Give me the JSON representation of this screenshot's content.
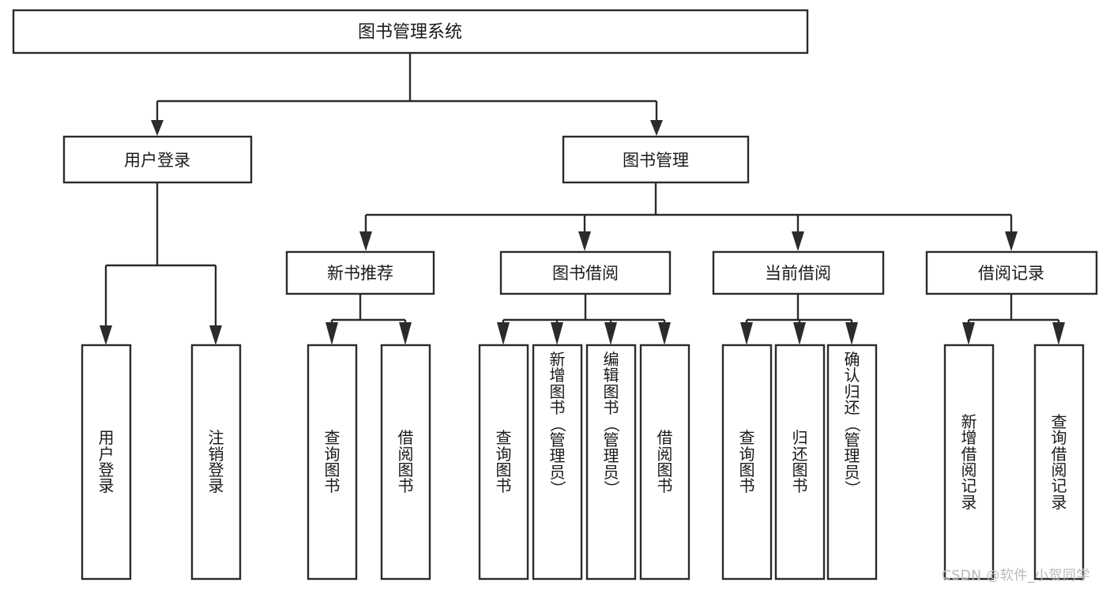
{
  "diagram": {
    "type": "tree-hierarchy-chart",
    "title": "图书管理系统",
    "watermark": "CSDN @软件_小贺同学",
    "colors": {
      "background": "#ffffff",
      "stroke": "#2b2b2b",
      "text": "#1a1a1a",
      "watermark": "#b9b9b9"
    },
    "root": {
      "label": "图书管理系统",
      "orientation": "horizontal"
    },
    "level2": [
      {
        "label": "用户登录",
        "orientation": "horizontal"
      },
      {
        "label": "图书管理",
        "orientation": "horizontal"
      }
    ],
    "level3": [
      {
        "label": "新书推荐",
        "orientation": "horizontal"
      },
      {
        "label": "图书借阅",
        "orientation": "horizontal"
      },
      {
        "label": "当前借阅",
        "orientation": "horizontal"
      },
      {
        "label": "借阅记录",
        "orientation": "horizontal"
      }
    ],
    "leaves": {
      "user_login": [
        {
          "label": "用户登录",
          "chars": [
            "用",
            "户",
            "登",
            "录"
          ],
          "rotated": []
        },
        {
          "label": "注销登录",
          "chars": [
            "注",
            "销",
            "登",
            "录"
          ],
          "rotated": []
        }
      ],
      "new_book_recommend": [
        {
          "label": "查询图书",
          "chars": [
            "查",
            "询",
            "图",
            "书"
          ],
          "rotated": []
        },
        {
          "label": "借阅图书",
          "chars": [
            "借",
            "阅",
            "图",
            "书"
          ],
          "rotated": []
        }
      ],
      "book_borrow": [
        {
          "label": "查询图书",
          "chars": [
            "查",
            "询",
            "图",
            "书"
          ],
          "rotated": []
        },
        {
          "label": "新增图书（管理员）",
          "chars": [
            "新",
            "增",
            "图",
            "书",
            "（",
            "管",
            "理",
            "员",
            "）"
          ],
          "rotated": [
            4,
            8
          ]
        },
        {
          "label": "编辑图书（管理员）",
          "chars": [
            "编",
            "辑",
            "图",
            "书",
            "（",
            "管",
            "理",
            "员",
            "）"
          ],
          "rotated": [
            4,
            8
          ]
        },
        {
          "label": "借阅图书",
          "chars": [
            "借",
            "阅",
            "图",
            "书"
          ],
          "rotated": []
        }
      ],
      "current_borrow": [
        {
          "label": "查询图书",
          "chars": [
            "查",
            "询",
            "图",
            "书"
          ],
          "rotated": []
        },
        {
          "label": "归还图书",
          "chars": [
            "归",
            "还",
            "图",
            "书"
          ],
          "rotated": []
        },
        {
          "label": "确认归还（管理员）",
          "chars": [
            "确",
            "认",
            "归",
            "还",
            "（",
            "管",
            "理",
            "员",
            "）"
          ],
          "rotated": [
            4,
            8
          ]
        }
      ],
      "borrow_record": [
        {
          "label": "新增借阅记录",
          "chars": [
            "新",
            "增",
            "借",
            "阅",
            "记",
            "录"
          ],
          "rotated": []
        },
        {
          "label": "查询借阅记录",
          "chars": [
            "查",
            "询",
            "借",
            "阅",
            "记",
            "录"
          ],
          "rotated": []
        }
      ]
    }
  }
}
